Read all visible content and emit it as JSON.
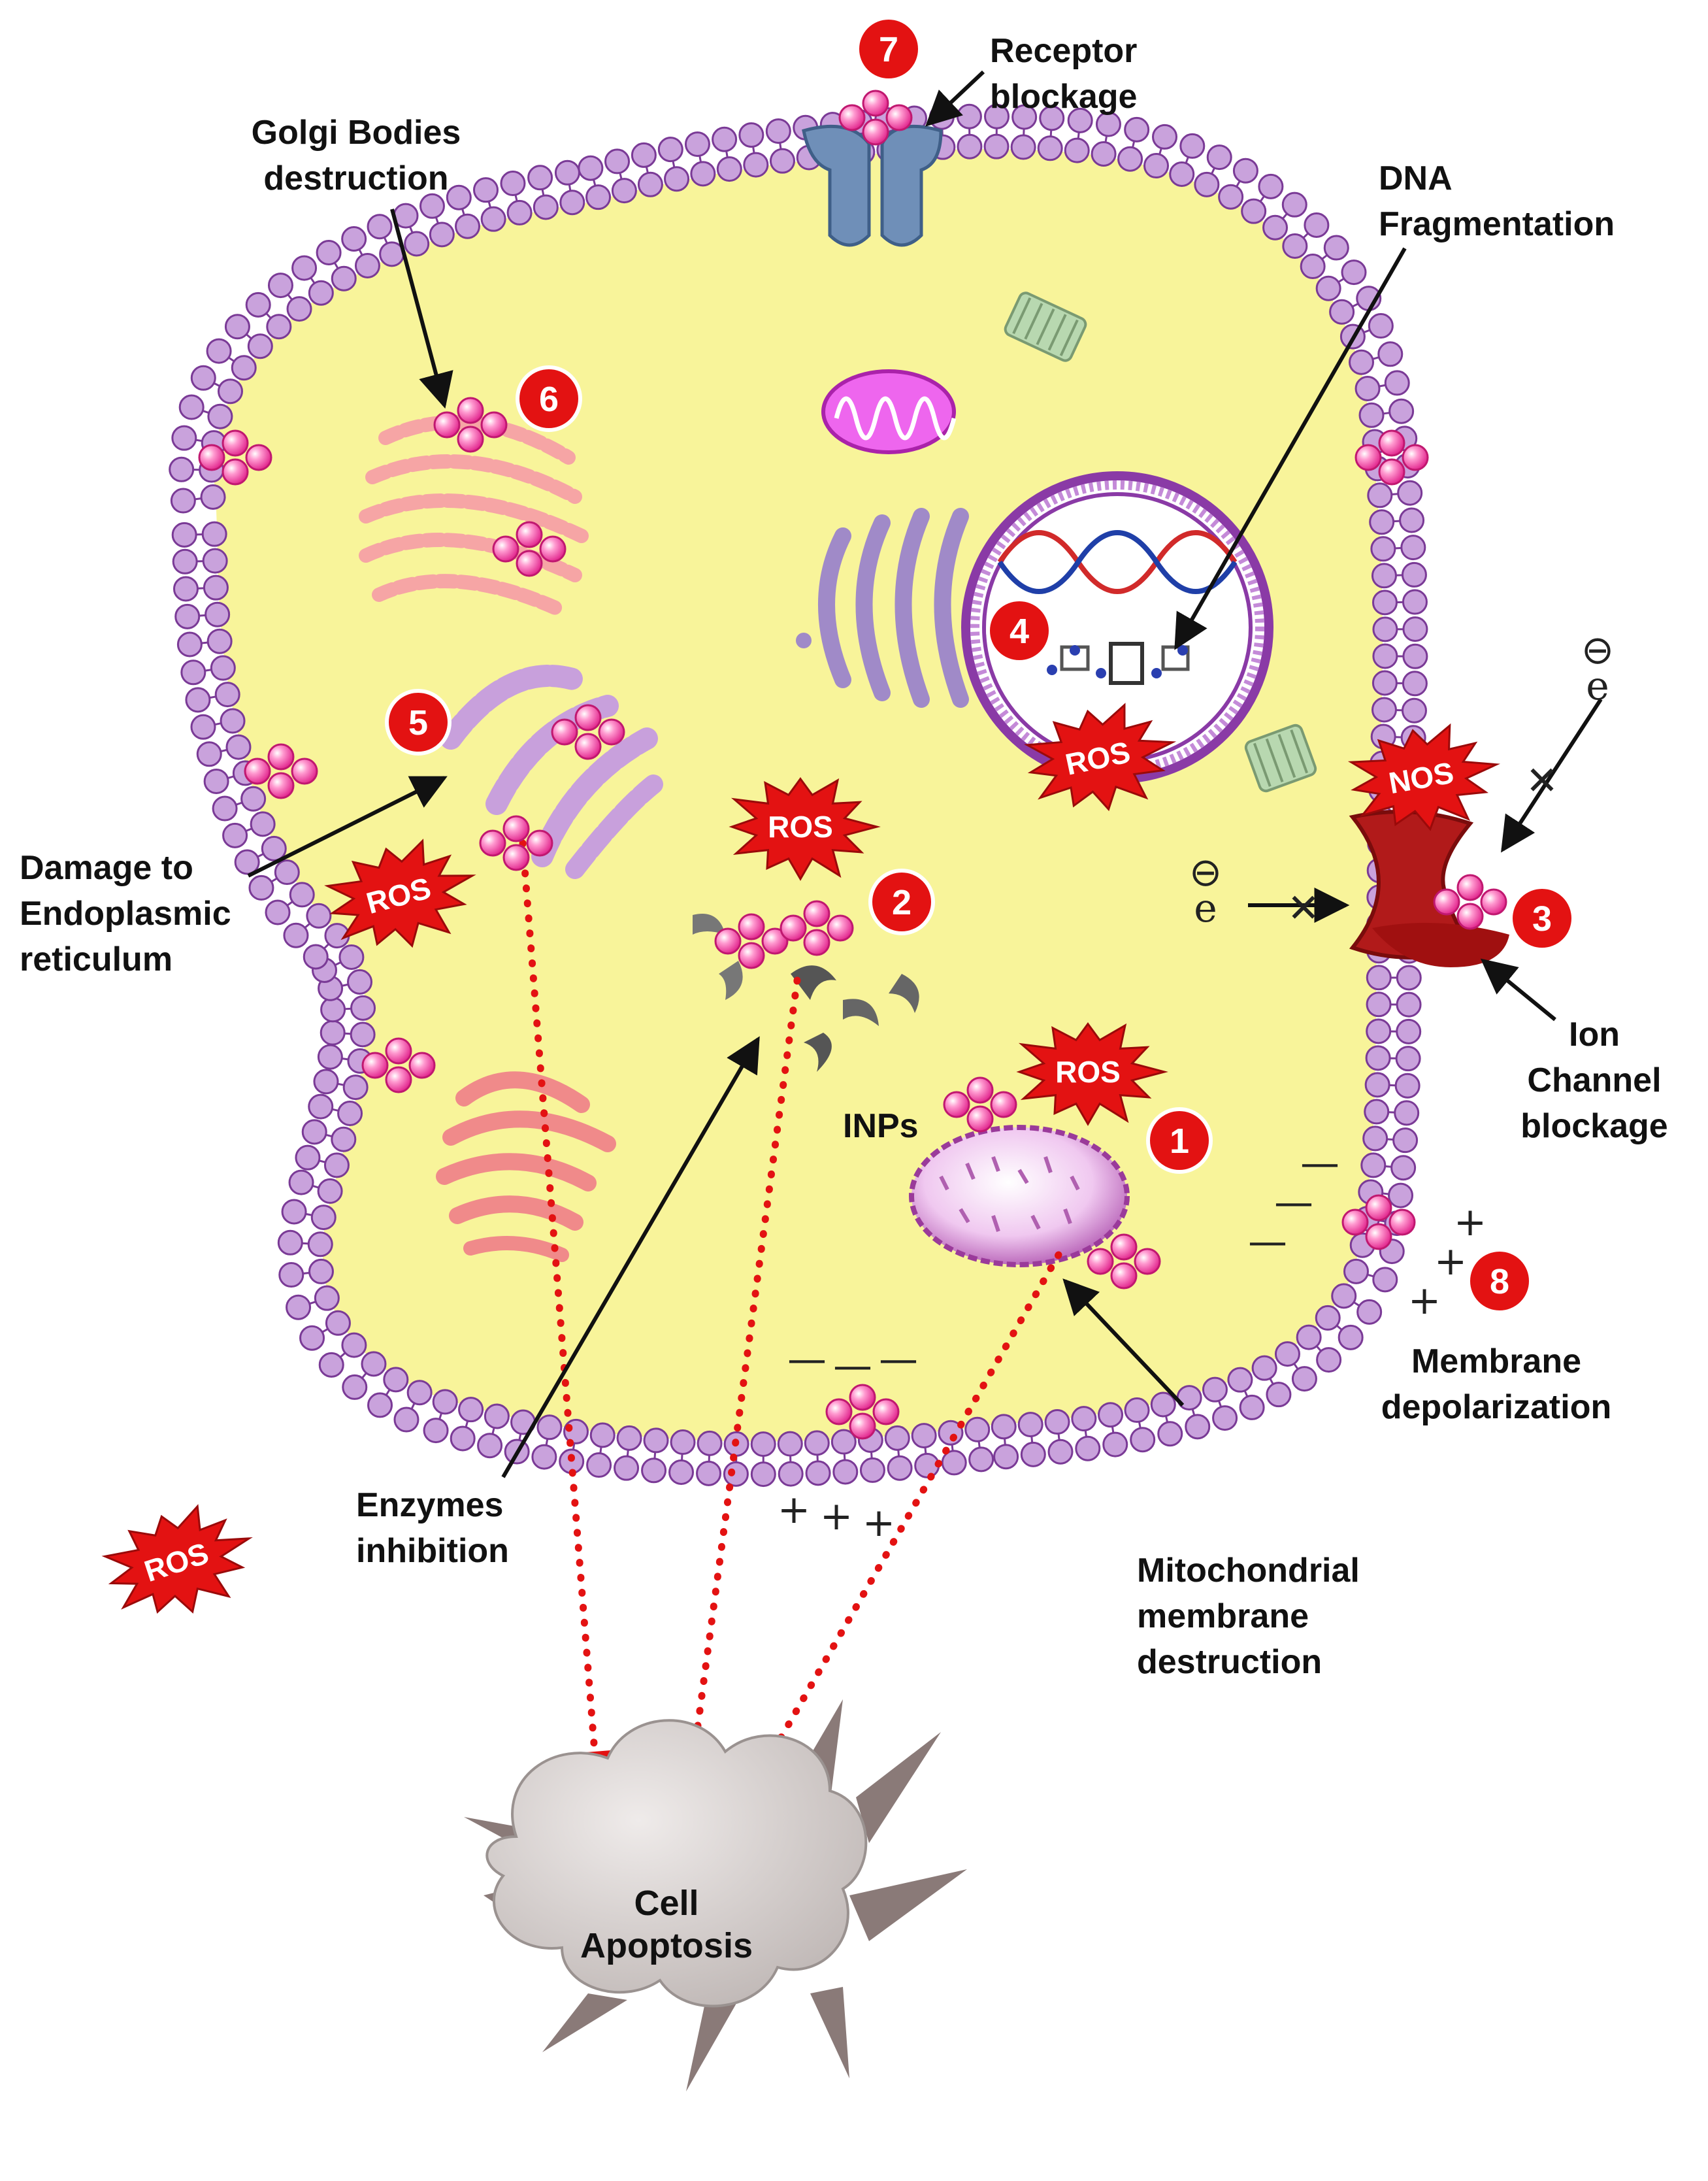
{
  "labels": {
    "receptor": [
      "Receptor",
      "blockage"
    ],
    "golgi": [
      "Golgi Bodies",
      "destruction"
    ],
    "dna": [
      "DNA",
      "Fragmentation"
    ],
    "er": [
      "Damage to",
      "Endoplasmic",
      "reticulum"
    ],
    "ion": [
      "Ion",
      "Channel",
      "blockage"
    ],
    "inps": "INPs",
    "membrane": [
      "Membrane",
      "depolarization"
    ],
    "enzymes": [
      "Enzymes",
      "inhibition"
    ],
    "mito": [
      "Mitochondrial",
      "membrane",
      "destruction"
    ],
    "apoptosis": [
      "Cell",
      "Apoptosis"
    ]
  },
  "bursts": {
    "ros": "ROS",
    "nos": "NOS"
  },
  "badges": [
    "1",
    "2",
    "3",
    "4",
    "5",
    "6",
    "7",
    "8"
  ],
  "symbols": {
    "electron": "e",
    "minus_circle": "⊖",
    "cross": "✕",
    "minus": "—",
    "plus": "+"
  },
  "colors": {
    "cytoplasm": "#f8f49a",
    "membrane_head": "#c9a2dc",
    "membrane_stroke": "#7a3a96",
    "badge": "#e31212",
    "burst": "#e31212",
    "nanoparticle": "#f25fb0",
    "arrow_dotted": "#e31212",
    "receptor": "#6f8fb8",
    "ion_channel": "#b11a1a",
    "mitochondria": "#cc77cc",
    "er": "#f08a8a",
    "apoptosis_cloud": "#d9d3d1"
  }
}
